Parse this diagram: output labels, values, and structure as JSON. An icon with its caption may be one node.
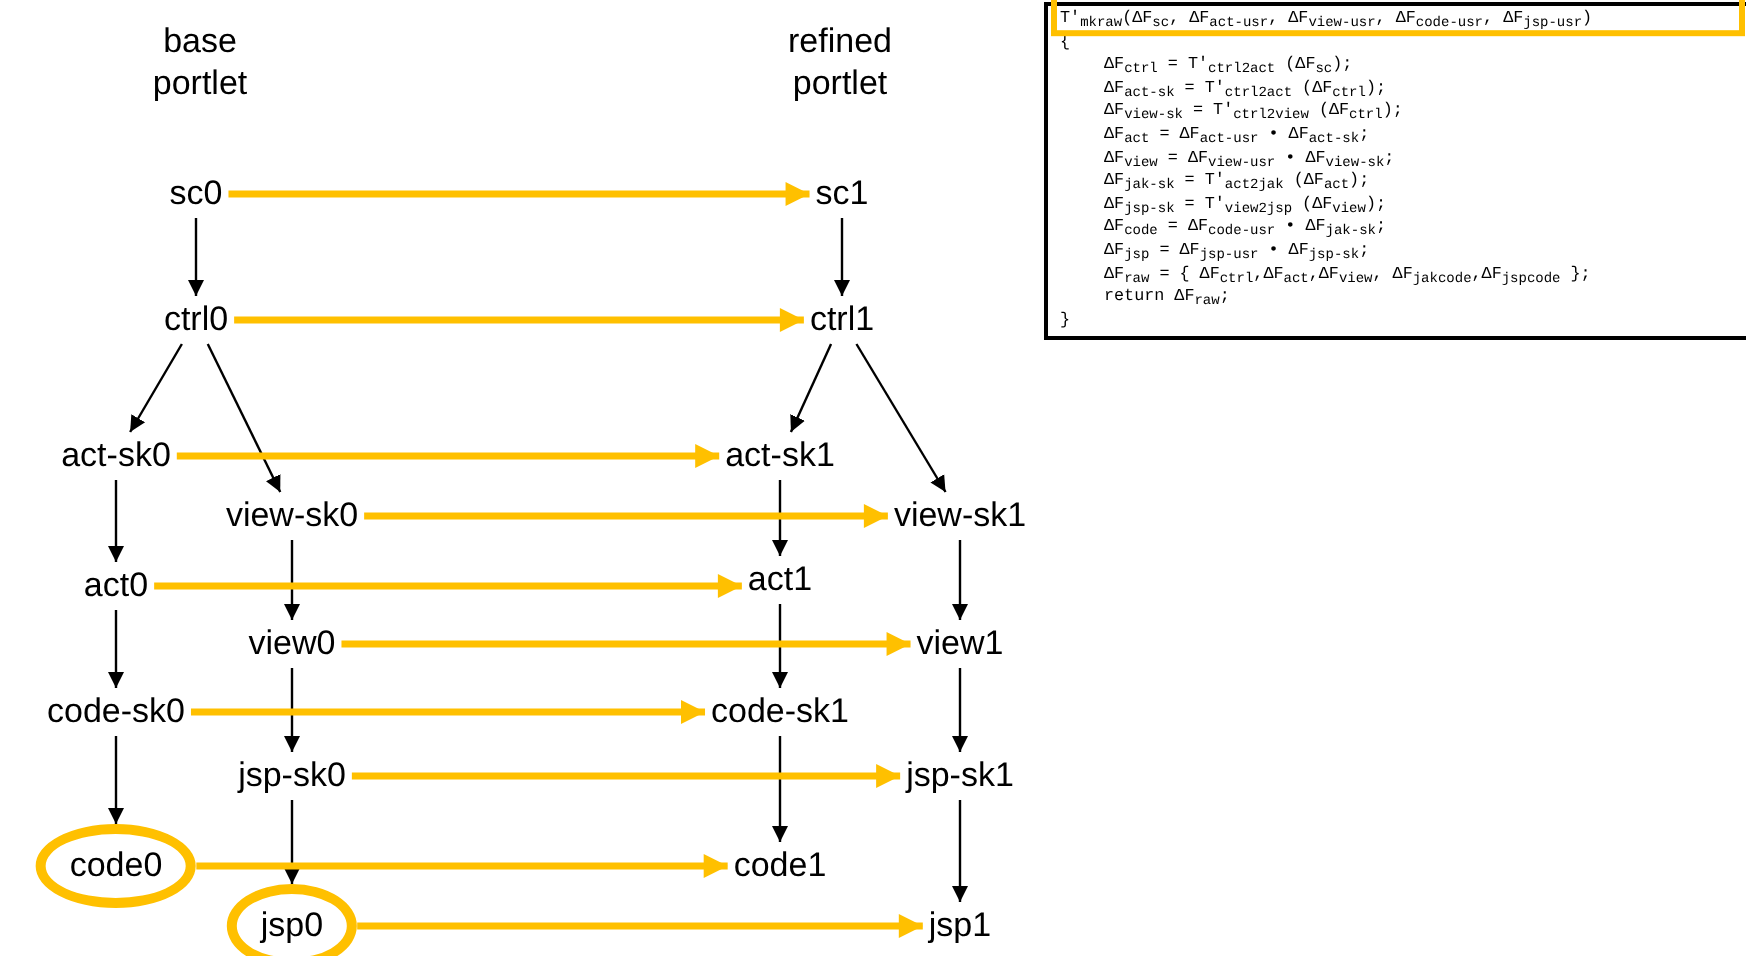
{
  "diagram": {
    "nodes": [
      {
        "text": [
          "sc0"
        ]
      },
      {
        "text": [
          "sc1"
        ]
      },
      {
        "text": [
          "ctrl0"
        ]
      },
      {
        "text": [
          "ctrl1"
        ]
      },
      {
        "text": [
          "act-sk0"
        ]
      },
      {
        "text": [
          "act-sk1"
        ]
      },
      {
        "text": [
          "view-sk0"
        ]
      },
      {
        "text": [
          "view-sk1"
        ]
      },
      {
        "text": [
          "act0"
        ]
      },
      {
        "text": [
          "act1"
        ]
      },
      {
        "text": [
          "view0"
        ]
      },
      {
        "text": [
          "view1"
        ]
      },
      {
        "text": [
          "code-sk0"
        ]
      },
      {
        "text": [
          "code-sk1"
        ]
      },
      {
        "text": [
          "jsp-sk0"
        ]
      },
      {
        "text": [
          "jsp-sk1"
        ]
      },
      {
        "text": [
          "code0"
        ]
      },
      {
        "text": [
          "code1"
        ]
      },
      {
        "text": [
          "jsp0"
        ]
      },
      {
        "text": [
          "jsp1"
        ]
      },
      {
        "text": [
          "T'$_{mkraw}$(ΔF$_{sc}$, ΔF$_{act-usr}$, ΔF$_{view-usr}$, ΔF$_{code-usr}$, ΔF$_{jsp-usr}$)",
          "{",
          "ΔF$_{ctrl}$ = T'$_{ctrl2act}$ (ΔF$_{sc}$);",
          "ΔF$_{act-sk}$ = T'$_{ctrl2act}$ (ΔF$_{ctrl}$);",
          "ΔF$_{view-sk}$ = T'$_{ctrl2view}$ (ΔF$_{ctrl}$);",
          "ΔF$_{act}$ = ΔF$_{act-usr}$ • ΔF$_{act-sk}$;",
          "ΔF$_{view}$ = ΔF$_{view-usr}$ • ΔF$_{view-sk}$;",
          "ΔF$_{jak-sk}$ = T'$_{act2jak}$ (ΔF$_{act}$);",
          "ΔF$_{jsp-sk}$ = T'$_{view2jsp}$ (ΔF$_{view}$);",
          "ΔF$_{code}$ = ΔF$_{code-usr}$ • ΔF$_{jak-sk}$;",
          "ΔF$_{jsp}$ = ΔF$_{jsp-usr}$ • ΔF$_{jsp-sk}$;",
          "ΔF$_{raw}$ = { ΔF$_{ctrl}$,ΔF$_{act}$,ΔF$_{view}$, ΔF$_{jakcode}$,ΔF$_{jspcode}$ };",
          "return ΔF$_{raw}$;",
          "}"
        ]
      }
    ],
    "edges": [
      {
        "from": 0,
        "to": 2,
        "arrow": "to"
      },
      {
        "from": 2,
        "to": 4,
        "arrow": "to"
      },
      {
        "from": 2,
        "to": 6,
        "arrow": "to"
      },
      {
        "from": 4,
        "to": 8,
        "arrow": "to"
      },
      {
        "from": 8,
        "to": 12,
        "arrow": "to"
      },
      {
        "from": 12,
        "to": 16,
        "arrow": "to"
      },
      {
        "from": 6,
        "to": 10,
        "arrow": "to"
      },
      {
        "from": 10,
        "to": 14,
        "arrow": "to"
      },
      {
        "from": 14,
        "to": 18,
        "arrow": "to"
      },
      {
        "from": 1,
        "to": 3,
        "arrow": "to"
      },
      {
        "from": 3,
        "to": 5,
        "arrow": "to"
      },
      {
        "from": 3,
        "to": 7,
        "arrow": "to"
      },
      {
        "from": 5,
        "to": 9,
        "arrow": "to"
      },
      {
        "from": 9,
        "to": 13,
        "arrow": "to"
      },
      {
        "from": 13,
        "to": 17,
        "arrow": "to"
      },
      {
        "from": 7,
        "to": 11,
        "arrow": "to"
      },
      {
        "from": 11,
        "to": 15,
        "arrow": "to"
      },
      {
        "from": 15,
        "to": 19,
        "arrow": "to"
      },
      {
        "from": 0,
        "to": 1,
        "arrow": "to",
        "style": "thick",
        "color": "#ffc000"
      },
      {
        "from": 2,
        "to": 3,
        "arrow": "to",
        "style": "thick",
        "color": "#ffc000"
      },
      {
        "from": 4,
        "to": 5,
        "arrow": "to",
        "style": "thick",
        "color": "#ffc000"
      },
      {
        "from": 6,
        "to": 7,
        "arrow": "to",
        "style": "thick",
        "color": "#ffc000"
      },
      {
        "from": 8,
        "to": 9,
        "arrow": "to",
        "style": "thick",
        "color": "#ffc000"
      },
      {
        "from": 10,
        "to": 11,
        "arrow": "to",
        "style": "thick",
        "color": "#ffc000"
      },
      {
        "from": 12,
        "to": 13,
        "arrow": "to",
        "style": "thick",
        "color": "#ffc000"
      },
      {
        "from": 14,
        "to": 15,
        "arrow": "to",
        "style": "thick",
        "color": "#ffc000"
      },
      {
        "from": 16,
        "to": 17,
        "arrow": "to",
        "style": "thick",
        "color": "#ffc000"
      },
      {
        "from": 18,
        "to": 19,
        "arrow": "to",
        "style": "thick",
        "color": "#ffc000"
      }
    ],
    "labels": [
      "base portlet",
      "refined portlet"
    ]
  }
}
